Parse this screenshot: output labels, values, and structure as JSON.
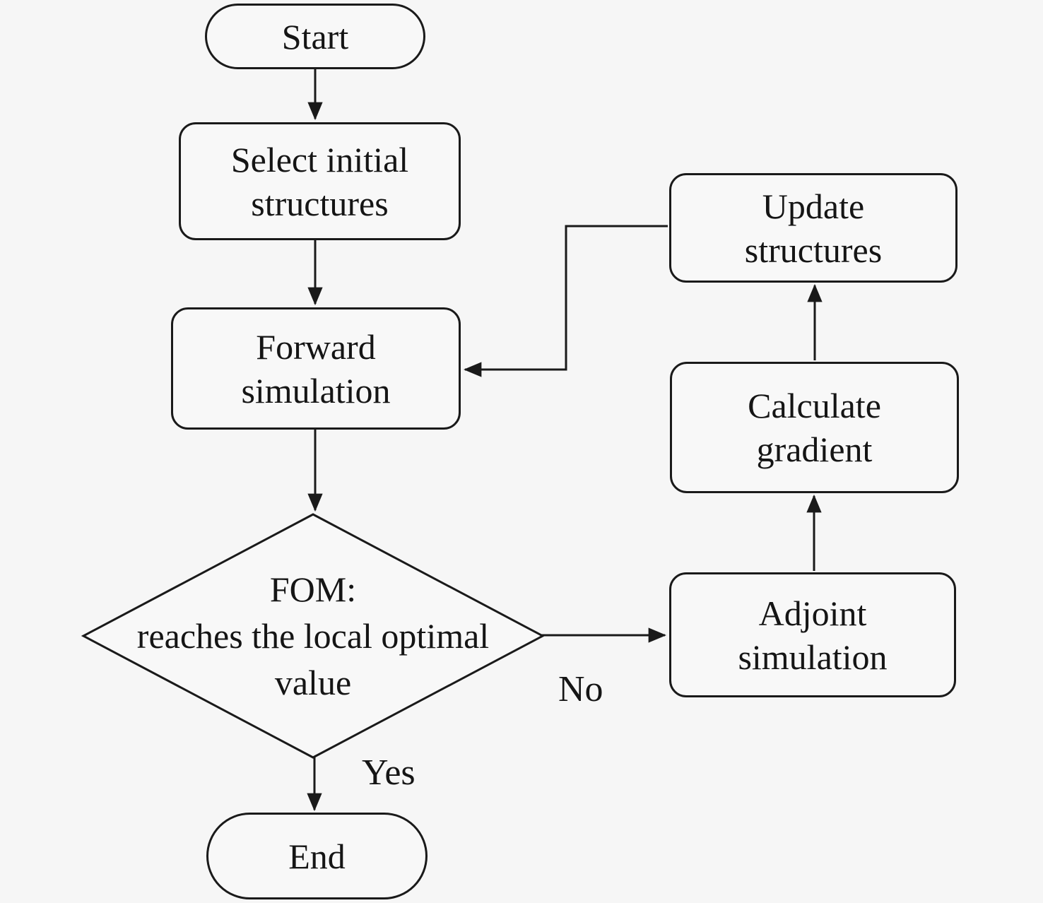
{
  "diagram": {
    "type": "flowchart",
    "background_color": "#f6f6f6",
    "node_fill_color": "#f8f8f8",
    "line_color": "#1a1a1a",
    "text_color": "#151515",
    "nodes": {
      "start": {
        "shape": "terminator",
        "label": "Start",
        "lines": [
          "Start"
        ]
      },
      "select_initial": {
        "shape": "process",
        "label": "Select initial structures",
        "lines": [
          "Select initial",
          "structures"
        ]
      },
      "forward_sim": {
        "shape": "process",
        "label": "Forward simulation",
        "lines": [
          "Forward",
          "simulation"
        ]
      },
      "fom_decision": {
        "shape": "decision",
        "label": "FOM: reaches the local optimal value",
        "lines": [
          "FOM:",
          "reaches the local optimal",
          "value"
        ]
      },
      "end": {
        "shape": "terminator",
        "label": "End",
        "lines": [
          "End"
        ]
      },
      "update_structures": {
        "shape": "process",
        "label": "Update structures",
        "lines": [
          "Update",
          "structures"
        ]
      },
      "calculate_gradient": {
        "shape": "process",
        "label": "Calculate gradient",
        "lines": [
          "Calculate",
          "gradient"
        ]
      },
      "adjoint_sim": {
        "shape": "process",
        "label": "Adjoint simulation",
        "lines": [
          "Adjoint",
          "simulation"
        ]
      }
    },
    "edges": [
      {
        "from": "start",
        "to": "select_initial",
        "label": ""
      },
      {
        "from": "select_initial",
        "to": "forward_sim",
        "label": ""
      },
      {
        "from": "forward_sim",
        "to": "fom_decision",
        "label": ""
      },
      {
        "from": "fom_decision",
        "to": "end",
        "label": "Yes"
      },
      {
        "from": "fom_decision",
        "to": "adjoint_sim",
        "label": "No"
      },
      {
        "from": "adjoint_sim",
        "to": "calculate_gradient",
        "label": ""
      },
      {
        "from": "calculate_gradient",
        "to": "update_structures",
        "label": ""
      },
      {
        "from": "update_structures",
        "to": "forward_sim",
        "label": ""
      }
    ]
  }
}
